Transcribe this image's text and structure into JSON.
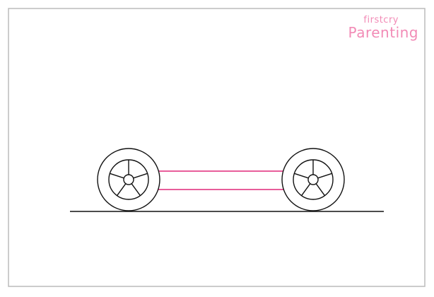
{
  "logo": {
    "line1": "firstcry",
    "line2": "Parenting",
    "color": "#f28bb6"
  },
  "drawing": {
    "wheel_count": 2,
    "spokes_per_wheel": 5,
    "stroke_color": "#111111",
    "guide_line_color": "#e0287a",
    "frame_color": "#bbbbbb"
  }
}
